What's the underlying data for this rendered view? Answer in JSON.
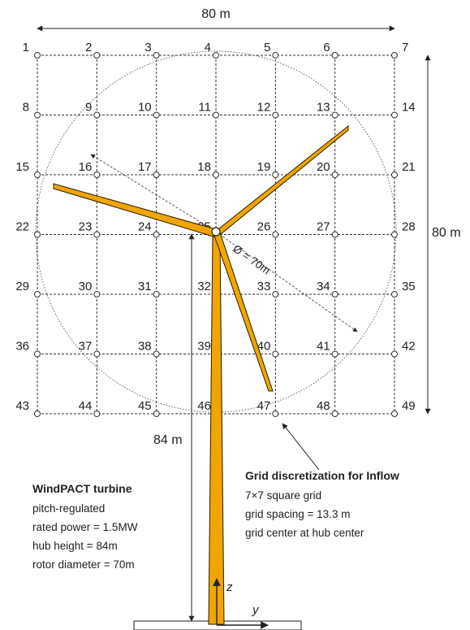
{
  "dimensions": {
    "width_label": "80 m",
    "height_label": "80 m",
    "hub_height_label": "84 m",
    "rotor_diameter_label": "Ø = 70m"
  },
  "grid": {
    "rows": 7,
    "cols": 7,
    "node_labels": [
      "1",
      "2",
      "3",
      "4",
      "5",
      "6",
      "7",
      "8",
      "9",
      "10",
      "11",
      "12",
      "13",
      "14",
      "15",
      "16",
      "17",
      "18",
      "19",
      "20",
      "21",
      "22",
      "23",
      "24",
      "25",
      "26",
      "27",
      "28",
      "29",
      "30",
      "31",
      "32",
      "33",
      "34",
      "35",
      "36",
      "37",
      "38",
      "39",
      "40",
      "41",
      "42",
      "43",
      "44",
      "45",
      "46",
      "47",
      "48",
      "49"
    ]
  },
  "turbine_info": {
    "title": "WindPACT turbine",
    "lines": [
      "pitch-regulated",
      "rated power = 1.5MW",
      "hub height = 84m",
      "rotor diameter = 70m"
    ]
  },
  "grid_info": {
    "title": "Grid discretization for Inflow",
    "lines": [
      "7×7 square grid",
      "grid spacing = 13.3 m",
      "grid center at hub center"
    ]
  },
  "axes": {
    "z": "z",
    "y": "y"
  },
  "colors": {
    "blade": "#F0A500",
    "blade_edge": "#2a1a00",
    "grid": "#333333"
  }
}
